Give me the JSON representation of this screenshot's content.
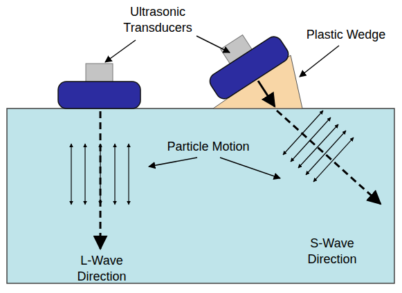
{
  "diagram": {
    "labels": [
      "Ultrasonic Transducers",
      "Plastic Wedge",
      "Particle Motion",
      "L-Wave Direction",
      "S-Wave Direction"
    ]
  }
}
